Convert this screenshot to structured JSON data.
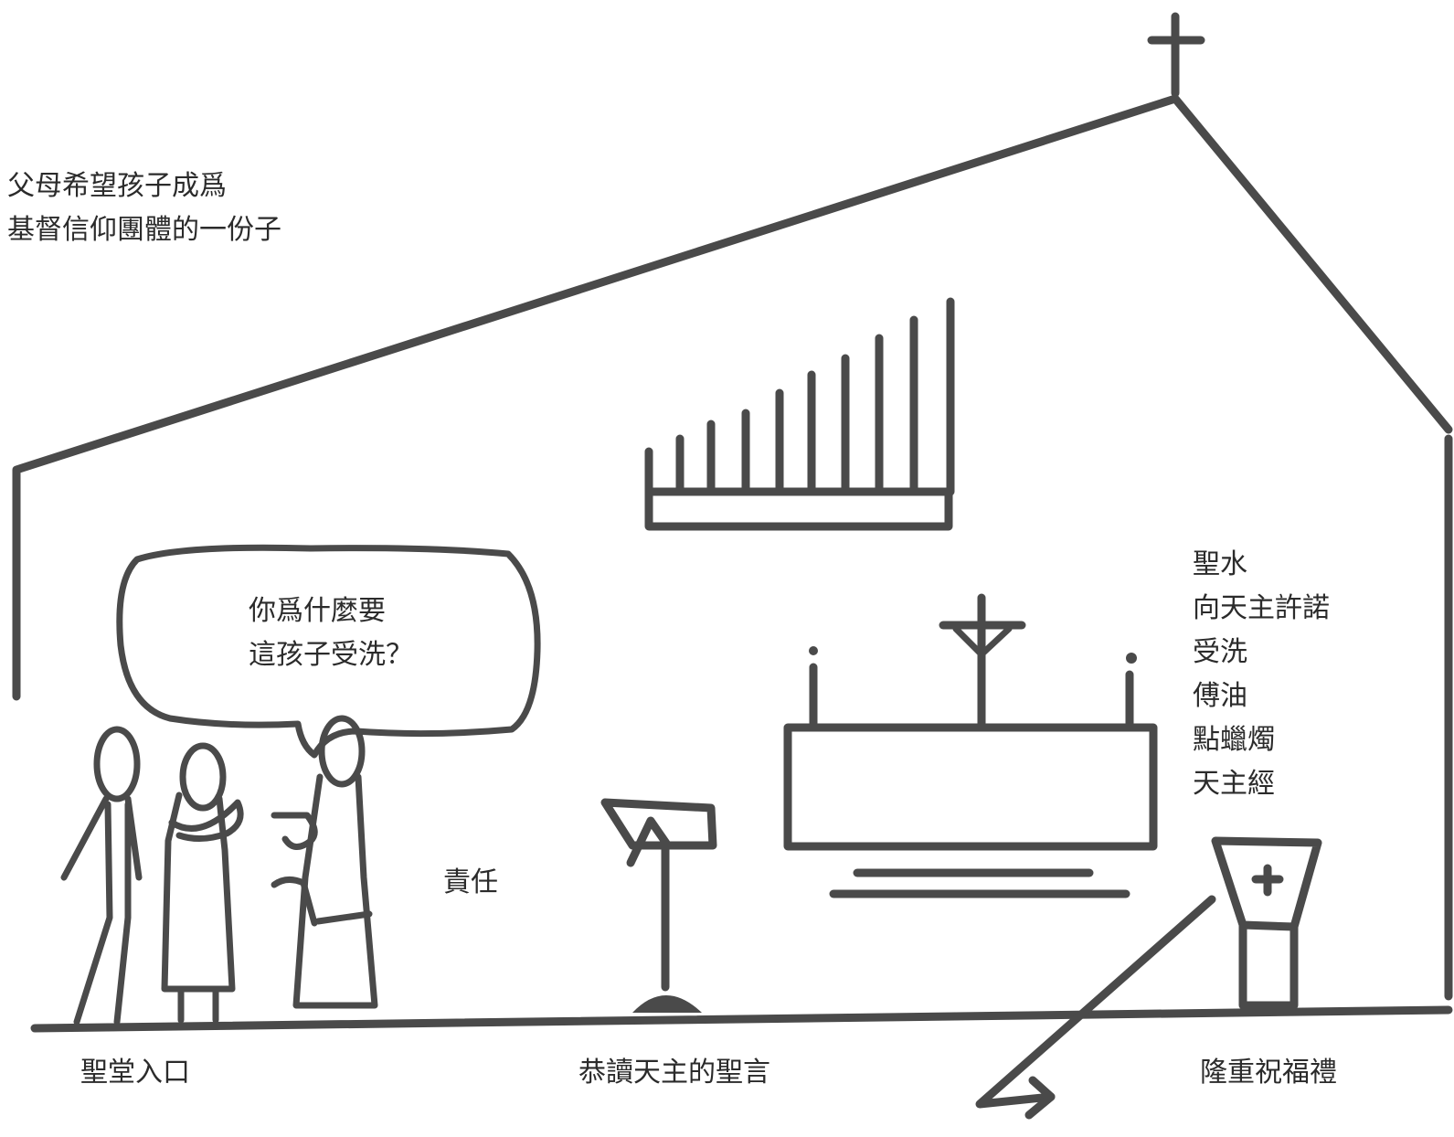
{
  "intro": [
    "父母希望孩子成爲",
    "基督信仰團體的一份子"
  ],
  "speech_bubble": [
    "你爲什麼要",
    "這孩子受洗？"
  ],
  "responsibility": "責任",
  "right_list": [
    "聖水",
    "向天主許諾",
    "受洗",
    "傅油",
    "點蠟燭",
    "天主經"
  ],
  "bottom_labels": {
    "entrance": "聖堂入口",
    "word": "恭讀天主的聖言",
    "blessing": "隆重祝福禮"
  },
  "colors": {
    "line": "#4a4a4a",
    "text": "#2b2b2b",
    "background": "#ffffff"
  }
}
